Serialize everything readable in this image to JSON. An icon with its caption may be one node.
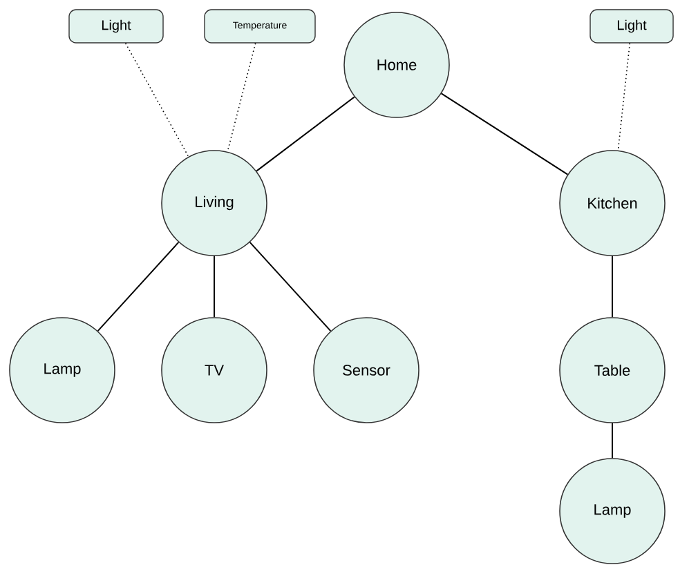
{
  "diagram": {
    "nodes": [
      {
        "text": [
          "Light"
        ]
      },
      {
        "text": [
          "Temperature"
        ]
      },
      {
        "text": [
          "Home"
        ]
      },
      {
        "text": [
          "Light"
        ]
      },
      {
        "text": [
          "Living"
        ]
      },
      {
        "text": [
          "Kitchen"
        ]
      },
      {
        "text": [
          "Lamp"
        ]
      },
      {
        "text": [
          "TV"
        ]
      },
      {
        "text": [
          "Sensor"
        ]
      },
      {
        "text": [
          "Table"
        ]
      },
      {
        "text": [
          "Lamp"
        ]
      }
    ],
    "edges": [
      {
        "from": 2,
        "to": 4,
        "arrow": "none"
      },
      {
        "from": 2,
        "to": 5,
        "arrow": "none"
      },
      {
        "from": 0,
        "to": 4,
        "arrow": "none",
        "style": "dashed"
      },
      {
        "from": 1,
        "to": 4,
        "arrow": "none",
        "style": "dashed"
      },
      {
        "from": 3,
        "to": 5,
        "arrow": "none",
        "style": "dashed"
      },
      {
        "from": 4,
        "to": 6,
        "arrow": "none"
      },
      {
        "from": 4,
        "to": 7,
        "arrow": "none"
      },
      {
        "from": 4,
        "to": 8,
        "arrow": "none"
      },
      {
        "from": 5,
        "to": 9,
        "arrow": "none"
      },
      {
        "from": 9,
        "to": 10,
        "arrow": "none"
      }
    ]
  }
}
